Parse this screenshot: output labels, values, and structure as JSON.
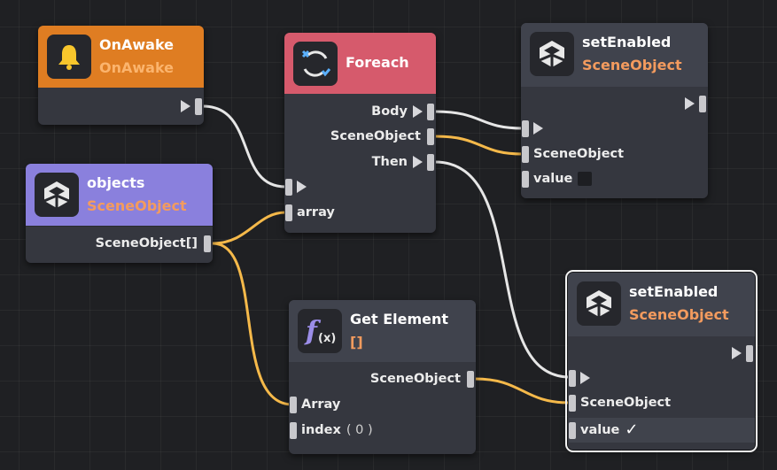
{
  "nodes": {
    "on_awake": {
      "title": "OnAwake",
      "subtitle": "OnAwake",
      "icon": "bell-icon",
      "header_color": "#df7d22",
      "subtitle_color": "#fbb46d"
    },
    "objects": {
      "title": "objects",
      "subtitle": "SceneObject",
      "icon": "cube-icon",
      "header_color": "#8a80dd",
      "subtitle_color": "#f39b5e",
      "output_label": "SceneObject[]"
    },
    "foreach": {
      "title": "Foreach",
      "icon": "loop-icon",
      "header_color": "#d65a6c",
      "outputs": [
        "Body",
        "SceneObject",
        "Then"
      ],
      "input_label": "array"
    },
    "set_enabled_1": {
      "title": "setEnabled",
      "subtitle": "SceneObject",
      "icon": "cube-icon",
      "subtitle_color": "#f39b5e",
      "inputs": [
        "SceneObject",
        "value"
      ],
      "value_checked": false
    },
    "get_element": {
      "title": "Get Element",
      "subtitle": "[]",
      "icon": "function-icon",
      "output_label": "SceneObject",
      "inputs": [
        "Array",
        "index"
      ],
      "index_value": "( 0 )"
    },
    "set_enabled_2": {
      "title": "setEnabled",
      "subtitle": "SceneObject",
      "icon": "cube-icon",
      "subtitle_color": "#f39b5e",
      "inputs": [
        "SceneObject",
        "value"
      ],
      "value_checked": true,
      "check_glyph": "✓",
      "selected": true
    }
  },
  "wire_colors": {
    "exec": "#e6e6e6",
    "object": "#f5b94a"
  }
}
